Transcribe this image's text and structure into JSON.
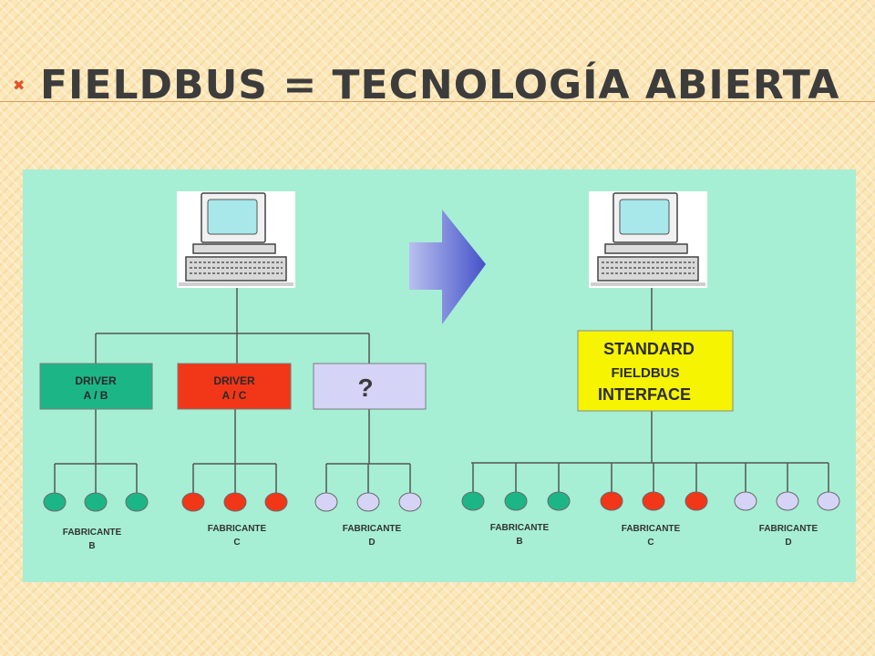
{
  "slide": {
    "title": "FIELDBUS = TECNOLOGÍA ABIERTA",
    "bullet_icon": "x-bullet-icon"
  },
  "diagram": {
    "colors": {
      "background": "#a6efd5",
      "green": "#1cb686",
      "red": "#f23618",
      "lavender": "#d5d4f6",
      "yellow": "#f6f400",
      "arrow": "#5b65d1"
    },
    "left": {
      "drivers": [
        {
          "line1": "DRIVER",
          "line2": "A / B",
          "color": "green"
        },
        {
          "line1": "DRIVER",
          "line2": "A / C",
          "color": "red"
        },
        {
          "line1": "?",
          "line2": "",
          "color": "lavender"
        }
      ],
      "groups": [
        {
          "line1": "FABRICANTE",
          "line2": "B",
          "color": "green"
        },
        {
          "line1": "FABRICANTE",
          "line2": "C",
          "color": "red"
        },
        {
          "line1": "FABRICANTE",
          "line2": "D",
          "color": "lavender"
        }
      ]
    },
    "right": {
      "interface": {
        "line1": "STANDARD",
        "line2": "FIELDBUS",
        "line3": "INTERFACE"
      },
      "groups": [
        {
          "line1": "FABRICANTE",
          "line2": "B",
          "color": "green"
        },
        {
          "line1": "FABRICANTE",
          "line2": "C",
          "color": "red"
        },
        {
          "line1": "FABRICANTE",
          "line2": "D",
          "color": "lavender"
        }
      ]
    },
    "icons": {
      "computer": "computer-icon",
      "arrow": "arrow-right-icon"
    }
  }
}
